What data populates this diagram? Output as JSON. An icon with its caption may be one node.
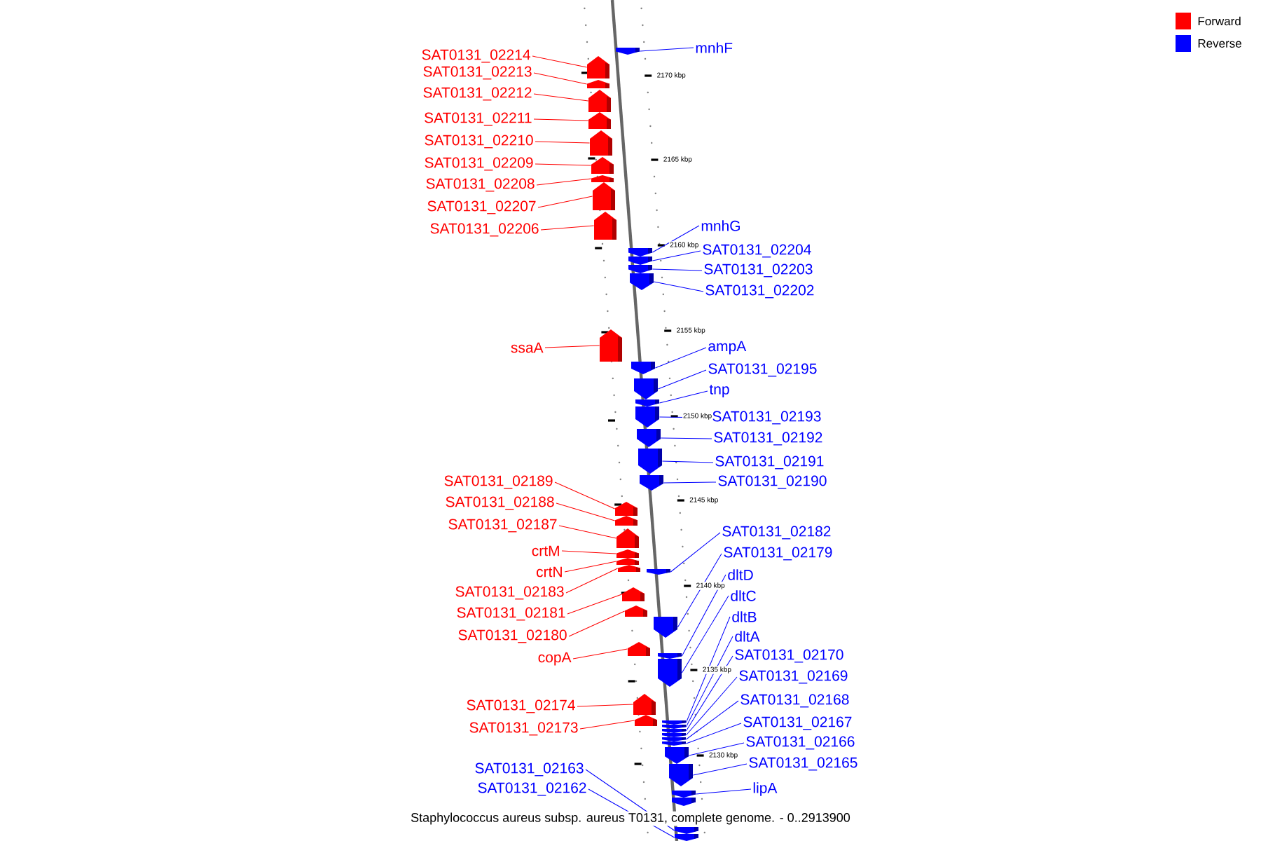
{
  "diagram": {
    "caption": "Staphylococcus aureus subsp. aureus T0131, complete genome. - 0..2913900",
    "nodes": [
      {
        "text": [
          "SAT0131_02214"
        ]
      },
      {
        "text": [
          "SAT0131_02213"
        ]
      },
      {
        "text": [
          "SAT0131_02212"
        ]
      },
      {
        "text": [
          "SAT0131_02211"
        ]
      },
      {
        "text": [
          "SAT0131_02210"
        ]
      },
      {
        "text": [
          "SAT0131_02209"
        ]
      },
      {
        "text": [
          "SAT0131_02208"
        ]
      },
      {
        "text": [
          "SAT0131_02207"
        ]
      },
      {
        "text": [
          "SAT0131_02206"
        ]
      },
      {
        "text": [
          "ssaA"
        ]
      },
      {
        "text": [
          "SAT0131_02189"
        ]
      },
      {
        "text": [
          "SAT0131_02188"
        ]
      },
      {
        "text": [
          "SAT0131_02187"
        ]
      },
      {
        "text": [
          "crtM"
        ]
      },
      {
        "text": [
          "crtN"
        ]
      },
      {
        "text": [
          "SAT0131_02183"
        ]
      },
      {
        "text": [
          "SAT0131_02181"
        ]
      },
      {
        "text": [
          "SAT0131_02180"
        ]
      },
      {
        "text": [
          "copA"
        ]
      },
      {
        "text": [
          "SAT0131_02174"
        ]
      },
      {
        "text": [
          "SAT0131_02173"
        ]
      },
      {
        "text": [
          "SAT0131_02163"
        ]
      },
      {
        "text": [
          "SAT0131_02162"
        ]
      },
      {
        "text": [
          "mnhF"
        ]
      },
      {
        "text": [
          "mnhG"
        ]
      },
      {
        "text": [
          "SAT0131_02204"
        ]
      },
      {
        "text": [
          "SAT0131_02203"
        ]
      },
      {
        "text": [
          "SAT0131_02202"
        ]
      },
      {
        "text": [
          "ampA"
        ]
      },
      {
        "text": [
          "SAT0131_02195"
        ]
      },
      {
        "text": [
          "tnp"
        ]
      },
      {
        "text": [
          "SAT0131_02193"
        ]
      },
      {
        "text": [
          "SAT0131_02192"
        ]
      },
      {
        "text": [
          "SAT0131_02191"
        ]
      },
      {
        "text": [
          "SAT0131_02190"
        ]
      },
      {
        "text": [
          "SAT0131_02182"
        ]
      },
      {
        "text": [
          "SAT0131_02179"
        ]
      },
      {
        "text": [
          "dltD"
        ]
      },
      {
        "text": [
          "dltC"
        ]
      },
      {
        "text": [
          "dltB"
        ]
      },
      {
        "text": [
          "dltA"
        ]
      },
      {
        "text": [
          "SAT0131_02170"
        ]
      },
      {
        "text": [
          "SAT0131_02169"
        ]
      },
      {
        "text": [
          "SAT0131_02168"
        ]
      },
      {
        "text": [
          "SAT0131_02167"
        ]
      },
      {
        "text": [
          "SAT0131_02166"
        ]
      },
      {
        "text": [
          "SAT0131_02165"
        ]
      },
      {
        "text": [
          "lipA"
        ]
      },
      {
        "text": [],
        "shape": "pentagon"
      },
      {
        "text": [],
        "shape": "pentagon"
      },
      {
        "text": [],
        "shape": "pentagon"
      },
      {
        "text": [],
        "shape": "pentagon"
      },
      {
        "text": [],
        "shape": "pentagon"
      },
      {
        "text": [],
        "shape": "pentagon"
      },
      {
        "text": [],
        "shape": "pentagon"
      },
      {
        "text": [],
        "shape": "pentagon"
      },
      {
        "text": [],
        "shape": "pentagon"
      },
      {
        "text": [],
        "shape": "pentagon"
      },
      {
        "text": [],
        "shape": "pentagon"
      },
      {
        "text": [],
        "shape": "pentagon"
      },
      {
        "text": [],
        "shape": "pentagon"
      },
      {
        "text": [],
        "shape": "pentagon"
      },
      {
        "text": [],
        "shape": "pentagon"
      },
      {
        "text": [],
        "shape": "pentagon"
      },
      {
        "text": [],
        "shape": "pentagon"
      },
      {
        "text": [],
        "shape": "pentagon"
      },
      {
        "text": [],
        "shape": "pentagon"
      },
      {
        "text": [],
        "shape": "pentagon"
      },
      {
        "text": [],
        "shape": "pentagon"
      },
      {
        "text": [],
        "shape": "pentagon"
      },
      {
        "text": [],
        "shape": "pentagon"
      },
      {
        "text": [],
        "shape": "pentagon"
      },
      {
        "text": [],
        "shape": "pentagon"
      },
      {
        "text": [],
        "shape": "pentagon"
      },
      {
        "text": [],
        "shape": "pentagon"
      },
      {
        "text": [],
        "shape": "pentagon"
      },
      {
        "text": [],
        "shape": "pentagon"
      },
      {
        "text": [],
        "shape": "pentagon"
      },
      {
        "text": [],
        "shape": "pentagon"
      },
      {
        "text": [],
        "shape": "pentagon"
      },
      {
        "text": [],
        "shape": "pentagon"
      },
      {
        "text": [],
        "shape": "pentagon"
      },
      {
        "text": [],
        "shape": "pentagon"
      },
      {
        "text": [],
        "shape": "pentagon"
      },
      {
        "text": [],
        "shape": "pentagon"
      },
      {
        "text": [],
        "shape": "pentagon"
      },
      {
        "text": [],
        "shape": "pentagon"
      },
      {
        "text": [],
        "shape": "pentagon"
      },
      {
        "text": [],
        "shape": "pentagon"
      },
      {
        "text": [],
        "shape": "pentagon"
      },
      {
        "text": [],
        "shape": "pentagon"
      },
      {
        "text": [],
        "shape": "pentagon"
      },
      {
        "text": [],
        "shape": "pentagon"
      },
      {
        "text": [],
        "shape": "pentagon"
      },
      {
        "text": [],
        "shape": "pentagon"
      },
      {
        "text": [],
        "shape": "pentagon"
      },
      {
        "text": [],
        "shape": "pentagon"
      }
    ],
    "edges": [
      {
        "from": 0,
        "to": 48,
        "arrow": "none",
        "color": "#ff0000"
      },
      {
        "from": 1,
        "to": 49,
        "arrow": "none",
        "color": "#ff0000"
      },
      {
        "from": 2,
        "to": 50,
        "arrow": "none",
        "color": "#ff0000"
      },
      {
        "from": 3,
        "to": 51,
        "arrow": "none",
        "color": "#ff0000"
      },
      {
        "from": 4,
        "to": 52,
        "arrow": "none",
        "color": "#ff0000"
      },
      {
        "from": 5,
        "to": 53,
        "arrow": "none",
        "color": "#ff0000"
      },
      {
        "from": 6,
        "to": 54,
        "arrow": "none",
        "color": "#ff0000"
      },
      {
        "from": 7,
        "to": 55,
        "arrow": "none",
        "color": "#ff0000"
      },
      {
        "from": 8,
        "to": 56,
        "arrow": "none",
        "color": "#ff0000"
      },
      {
        "from": 9,
        "to": 57,
        "arrow": "none",
        "color": "#ff0000"
      },
      {
        "from": 10,
        "to": 58,
        "arrow": "none",
        "color": "#ff0000"
      },
      {
        "from": 11,
        "to": 59,
        "arrow": "none",
        "color": "#ff0000"
      },
      {
        "from": 12,
        "to": 60,
        "arrow": "none",
        "color": "#ff0000"
      },
      {
        "from": 13,
        "to": 61,
        "arrow": "none",
        "color": "#ff0000"
      },
      {
        "from": 14,
        "to": 62,
        "arrow": "none",
        "color": "#ff0000"
      },
      {
        "from": 15,
        "to": 63,
        "arrow": "none",
        "color": "#ff0000"
      },
      {
        "from": 16,
        "to": 64,
        "arrow": "none",
        "color": "#ff0000"
      },
      {
        "from": 17,
        "to": 65,
        "arrow": "none",
        "color": "#ff0000"
      },
      {
        "from": 18,
        "to": 66,
        "arrow": "none",
        "color": "#ff0000"
      },
      {
        "from": 19,
        "to": 67,
        "arrow": "none",
        "color": "#ff0000"
      },
      {
        "from": 20,
        "to": 68,
        "arrow": "none",
        "color": "#ff0000"
      },
      {
        "from": 21,
        "to": 95,
        "arrow": "none"
      },
      {
        "from": 22,
        "to": 96,
        "arrow": "none"
      },
      {
        "from": 23,
        "to": 69,
        "arrow": "none"
      },
      {
        "from": 24,
        "to": 70,
        "arrow": "none"
      },
      {
        "from": 25,
        "to": 71,
        "arrow": "none"
      },
      {
        "from": 26,
        "to": 72,
        "arrow": "none"
      },
      {
        "from": 27,
        "to": 73,
        "arrow": "none"
      },
      {
        "from": 28,
        "to": 74,
        "arrow": "none"
      },
      {
        "from": 29,
        "to": 75,
        "arrow": "none"
      },
      {
        "from": 30,
        "to": 76,
        "arrow": "none"
      },
      {
        "from": 31,
        "to": 77,
        "arrow": "none"
      },
      {
        "from": 32,
        "to": 78,
        "arrow": "none"
      },
      {
        "from": 33,
        "to": 79,
        "arrow": "none"
      },
      {
        "from": 34,
        "to": 80,
        "arrow": "none"
      },
      {
        "from": 35,
        "to": 81,
        "arrow": "none"
      },
      {
        "from": 36,
        "to": 82,
        "arrow": "none"
      },
      {
        "from": 37,
        "to": 83,
        "arrow": "none"
      },
      {
        "from": 38,
        "to": 84,
        "arrow": "none"
      },
      {
        "from": 39,
        "to": 85,
        "arrow": "none"
      },
      {
        "from": 40,
        "to": 86,
        "arrow": "none"
      },
      {
        "from": 41,
        "to": 87,
        "arrow": "none"
      },
      {
        "from": 42,
        "to": 88,
        "arrow": "none"
      },
      {
        "from": 43,
        "to": 89,
        "arrow": "none"
      },
      {
        "from": 44,
        "to": 90,
        "arrow": "none"
      },
      {
        "from": 45,
        "to": 91,
        "arrow": "none"
      },
      {
        "from": 46,
        "to": 92,
        "arrow": "none"
      },
      {
        "from": 47,
        "to": 93,
        "arrow": "none"
      }
    ],
    "labels": [
      "2170 kbp",
      "2165 kbp",
      "2160 kbp",
      "2155 kbp",
      "2150 kbp",
      "2145 kbp",
      "2140 kbp",
      "2135 kbp",
      "2130 kbp"
    ],
    "legend": [
      {
        "text": "Forward",
        "color": "#ff0000"
      },
      {
        "text": "Reverse",
        "color": "#0000ff"
      }
    ]
  }
}
